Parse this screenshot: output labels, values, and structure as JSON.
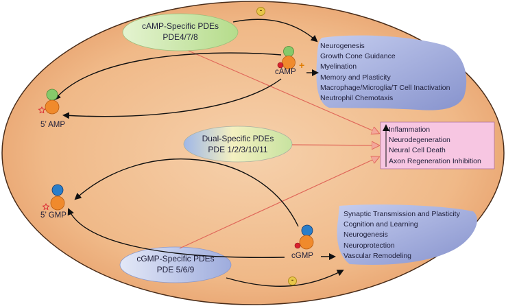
{
  "pde_groups": {
    "camp": {
      "line1": "cAMP-Specific PDEs",
      "line2": "PDE4/7/8"
    },
    "dual": {
      "line1": "Dual-Specific PDEs",
      "line2": "PDE 1/2/3/10/11"
    },
    "cgmp": {
      "line1": "cGMP-Specific PDEs",
      "line2": "PDE 5/6/9"
    }
  },
  "molecules": {
    "camp": "cAMP",
    "cgmp": "cGMP",
    "amp": "5’ AMP",
    "gmp": "5’ GMP"
  },
  "signs": {
    "plus": "+",
    "minus": "-"
  },
  "camp_effects": [
    "Neurogenesis",
    "Growth Cone Guidance",
    "Myelination",
    "Memory and Plasticity",
    "Macrophage/Microglia/T Cell Inactivation",
    "Neutrophil Chemotaxis"
  ],
  "disease_effects": [
    "Inflammation",
    "Neurodegeneration",
    "Neural Cell Death",
    "Axon Regeneration Inhibition"
  ],
  "cgmp_effects": [
    "Synaptic Transmission and Plasticity",
    "Cognition and Learning",
    "Neurogenesis",
    "Neuroprotection",
    "Vascular Remodeling"
  ],
  "colors": {
    "cell": "#f1bd8c",
    "camp_pill": "#c9e7a6",
    "cgmp_pill": "#b9c4ea",
    "effect_box": "#a8b3df",
    "disease_box": "#f7c6e2",
    "arrow_black": "#111111",
    "arrow_red": "#e0685a"
  }
}
